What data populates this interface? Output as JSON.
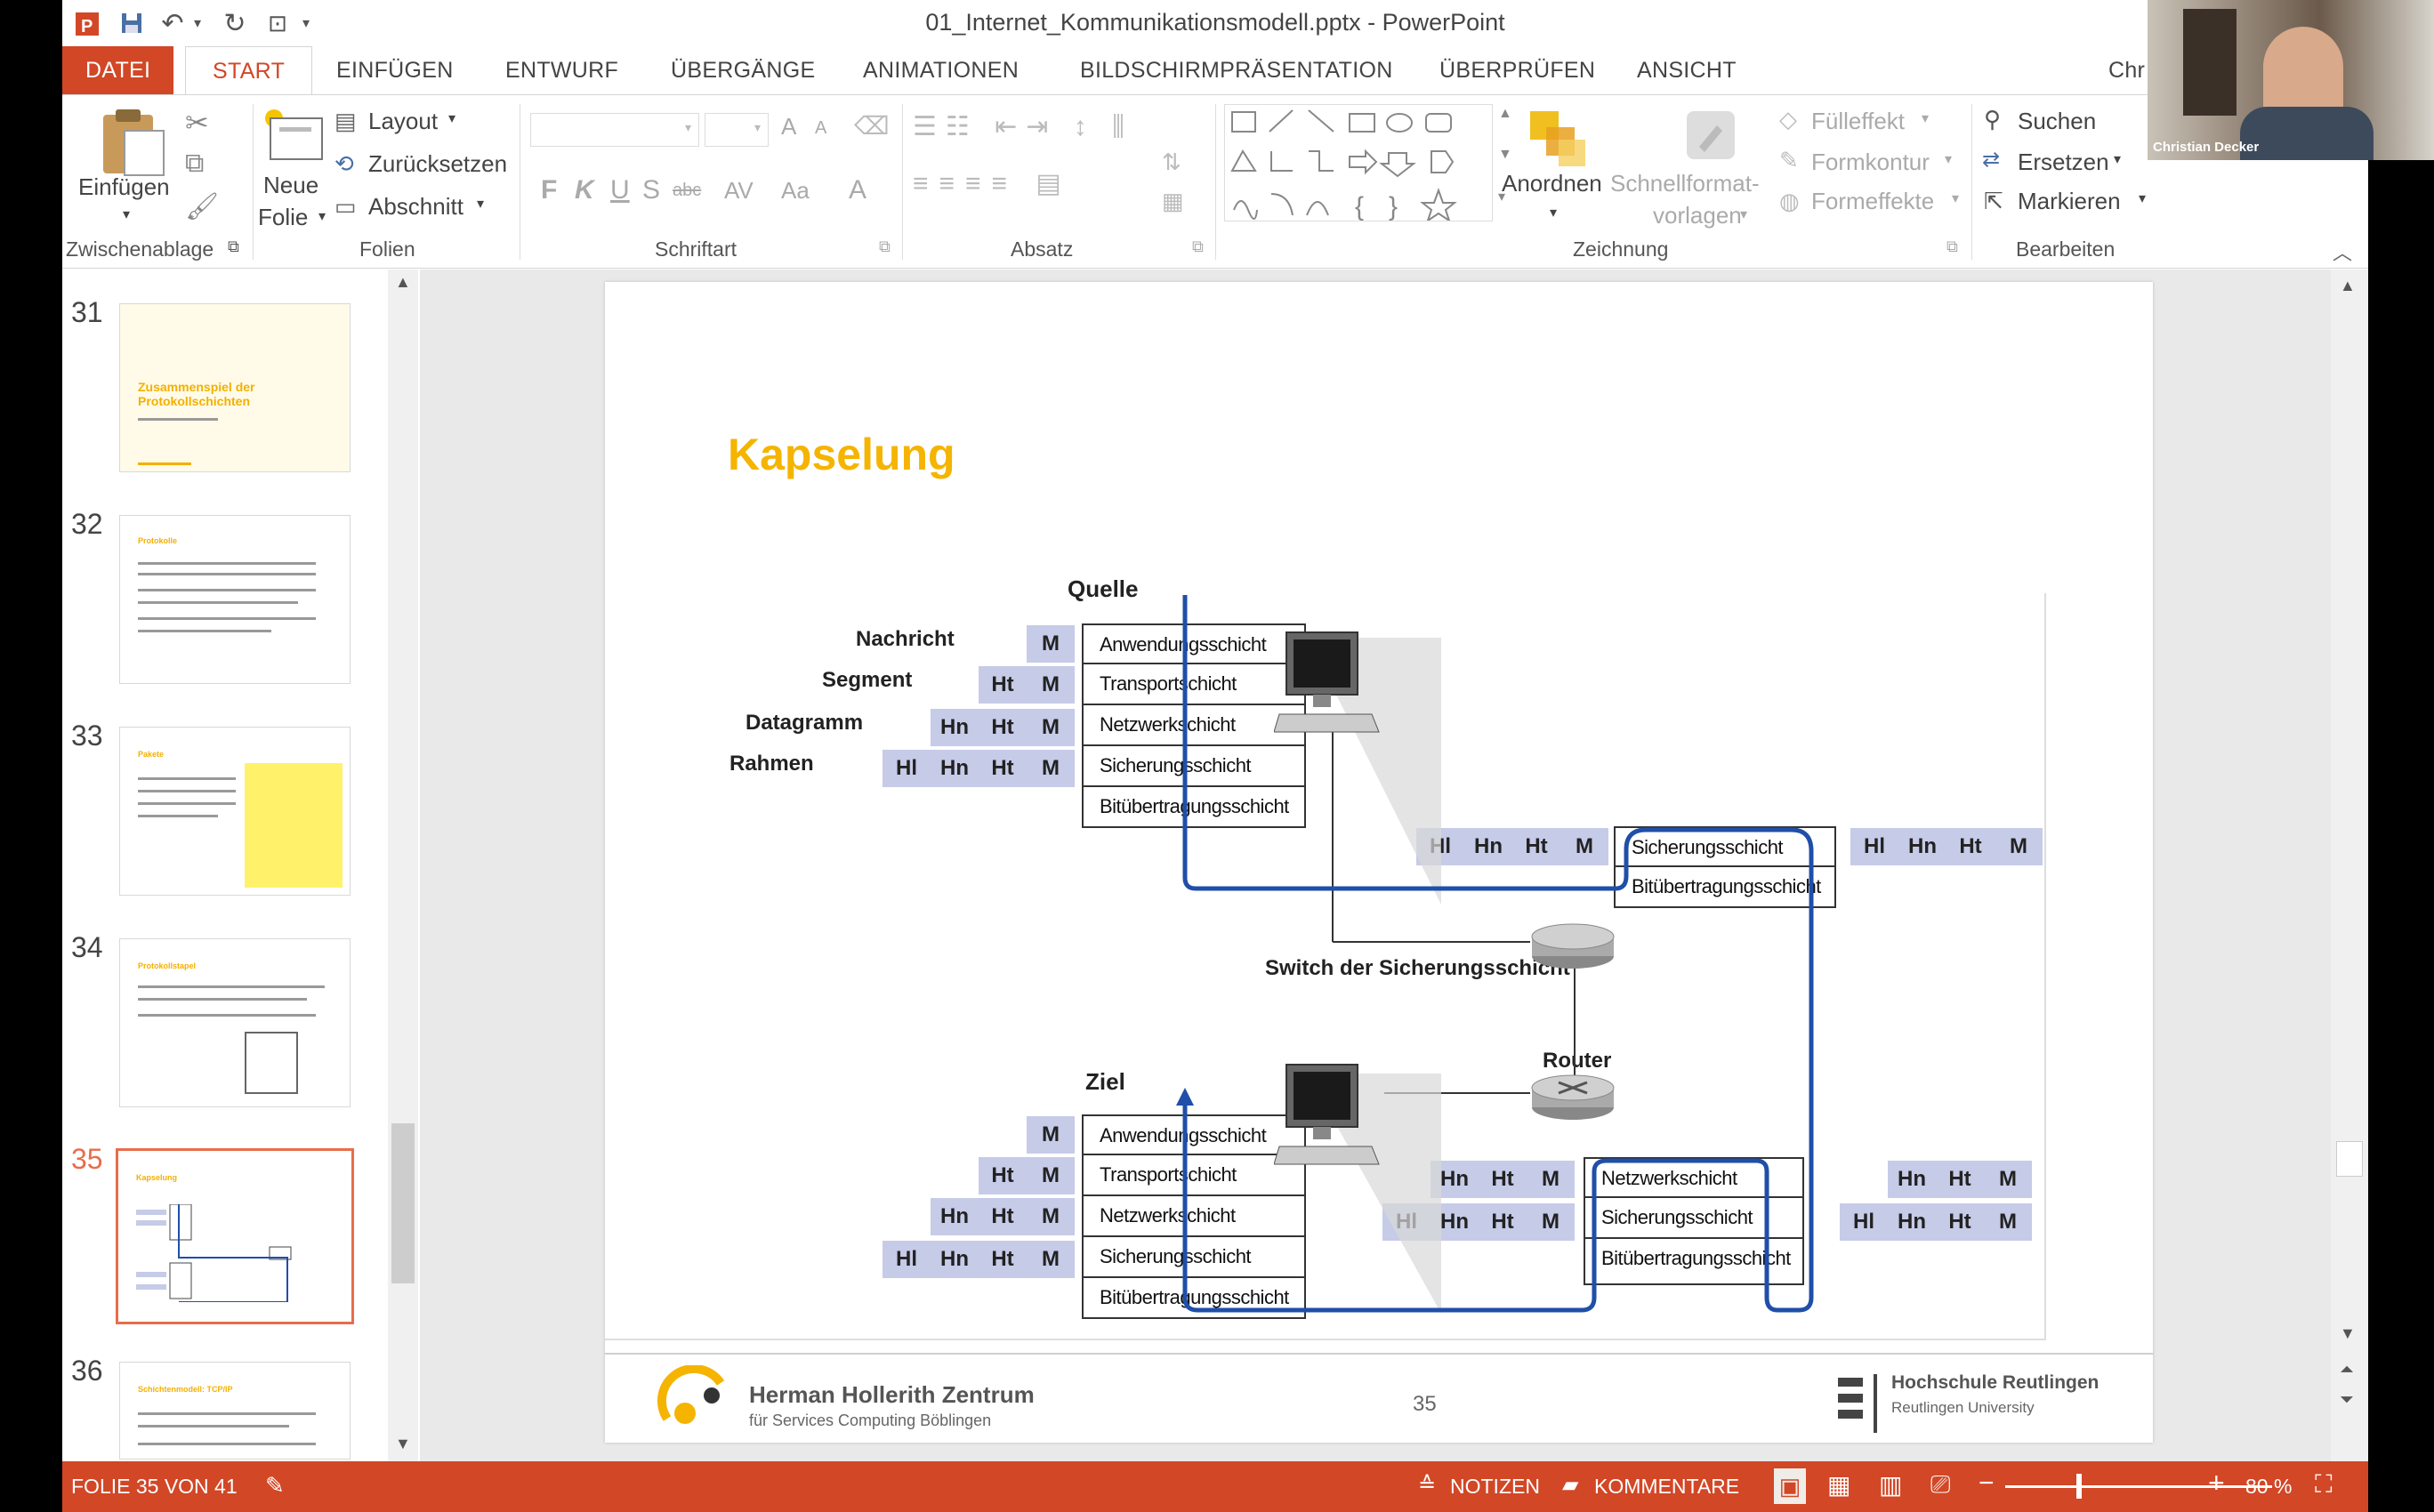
{
  "window": {
    "title": "01_Internet_Kommunikationsmodell.pptx - PowerPoint"
  },
  "tabs": [
    "DATEI",
    "START",
    "EINFÜGEN",
    "ENTWURF",
    "ÜBERGÄNGE",
    "ANIMATIONEN",
    "BILDSCHIRMPRÄSENTATION",
    "ÜBERPRÜFEN",
    "ANSICHT",
    "Chr"
  ],
  "ribbon": {
    "clipboard": {
      "paste": "Einfügen",
      "group": "Zwischenablage"
    },
    "slides": {
      "new_slide_1": "Neue",
      "new_slide_2": "Folie",
      "layout": "Layout",
      "reset": "Zurücksetzen",
      "section": "Abschnitt",
      "group": "Folien"
    },
    "font": {
      "group": "Schriftart",
      "bold": "F",
      "italic": "K",
      "underline": "U",
      "shadow": "S",
      "strike": "abc",
      "spacing": "AV",
      "case": "Aa",
      "color": "A",
      "grow": "A",
      "shrink": "A"
    },
    "paragraph": {
      "group": "Absatz"
    },
    "drawing": {
      "arrange": "Anordnen",
      "quickstyles_1": "Schnellformat-",
      "quickstyles_2": "vorlagen",
      "fill": "Fülleffekt",
      "outline": "Formkontur",
      "effects": "Formeffekte",
      "group": "Zeichnung"
    },
    "editing": {
      "find": "Suchen",
      "replace": "Ersetzen",
      "select": "Markieren",
      "group": "Bearbeiten"
    }
  },
  "thumbnails": [
    {
      "num": "31",
      "title": "Zusammenspiel der Protokollschichten"
    },
    {
      "num": "32",
      "title": "Protokolle"
    },
    {
      "num": "33",
      "title": "Pakete"
    },
    {
      "num": "34",
      "title": "Protokollstapel"
    },
    {
      "num": "35",
      "title": "Kapselung"
    },
    {
      "num": "36",
      "title": "Schichtenmodell: TCP/IP"
    }
  ],
  "slide": {
    "title": "Kapselung",
    "source_label": "Quelle",
    "dest_label": "Ziel",
    "switch_label": "Switch der Sicherungsschicht",
    "router_label": "Router",
    "row_labels": [
      "Nachricht",
      "Segment",
      "Datagramm",
      "Rahmen"
    ],
    "layers": [
      "Anwendungsschicht",
      "Transportschicht",
      "Netzwerkschicht",
      "Sicherungsschicht",
      "Bitübertragungsschicht"
    ],
    "hdr": {
      "l": "Hl",
      "n": "Hn",
      "t": "Ht",
      "m": "M"
    },
    "footer_org": "Herman Hollerith Zentrum",
    "footer_org_sub": "für Services Computing Böblingen",
    "page_number": "35",
    "footer_uni": "Hochschule Reutlingen",
    "footer_uni_sub": "Reutlingen University"
  },
  "status": {
    "slide_info": "FOLIE 35 VON 41",
    "notes": "NOTIZEN",
    "comments": "KOMMENTARE",
    "zoom": "80 %"
  },
  "webcam": {
    "name": "Christian Decker"
  },
  "colors": {
    "accent": "#d24726",
    "title": "#f5b400",
    "header_fill": "#c6cbe8",
    "path": "#1f4fa8"
  }
}
